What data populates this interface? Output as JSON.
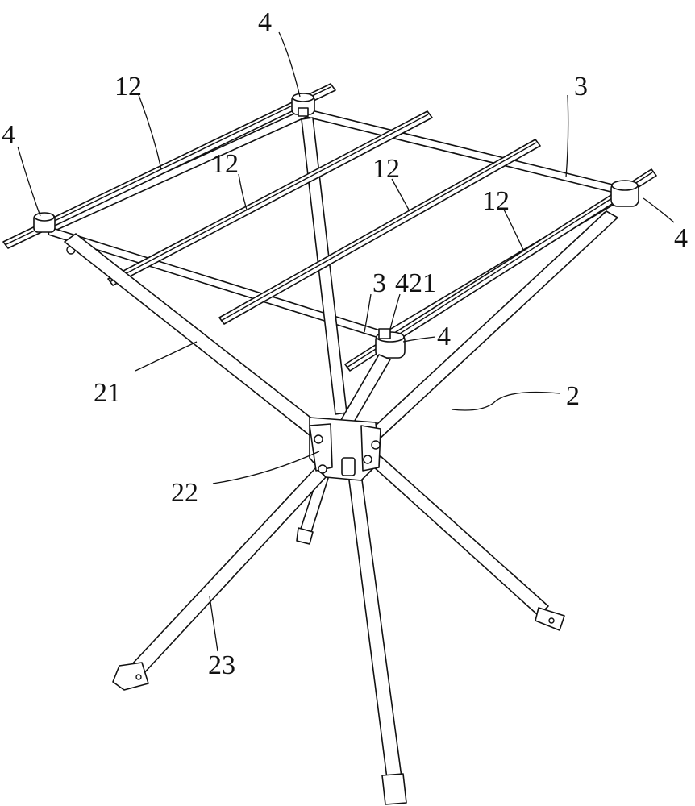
{
  "labels": {
    "top_hub": "4",
    "left_hub": "4",
    "right_hub": "4",
    "front_hub": "4",
    "bar_left": "12",
    "bar_mid_left": "12",
    "bar_mid_right": "12",
    "bar_right": "12",
    "beam_right": "3",
    "beam_front": "3",
    "pin": "421",
    "frame": "2",
    "leg_upper": "21",
    "joint": "22",
    "leg_lower": "23"
  }
}
